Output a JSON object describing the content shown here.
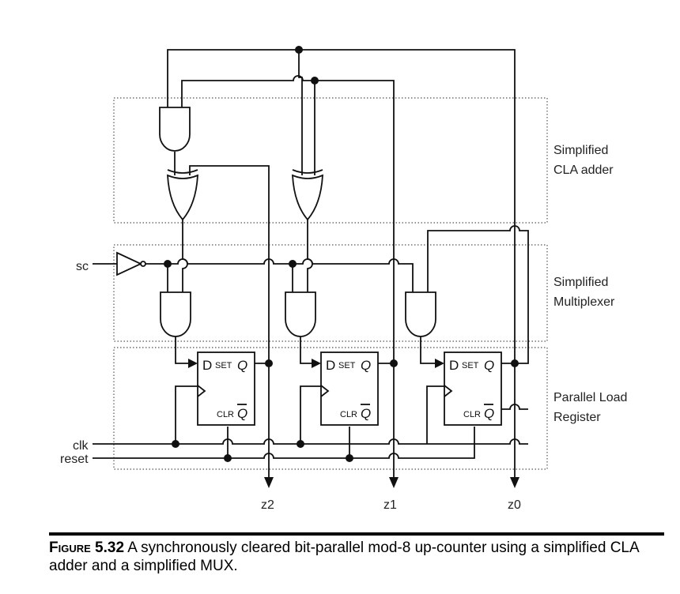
{
  "labels": {
    "blocks": {
      "adder_line1": "Simplified",
      "adder_line2": "CLA adder",
      "mux_line1": "Simplified",
      "mux_line2": "Multiplexer",
      "reg_line1": "Parallel Load",
      "reg_line2": "Register"
    },
    "inputs": {
      "sc": "sc",
      "clk": "clk",
      "reset": "reset"
    },
    "outputs": {
      "z2": "z2",
      "z1": "z1",
      "z0": "z0"
    },
    "flipflop": {
      "d": "D",
      "set": "SET",
      "q": "Q",
      "clr": "CLR",
      "qbar": "Q"
    }
  },
  "caption": {
    "figure_label": "Figure 5.32",
    "text": " A synchronously cleared bit-parallel mod-8 up-counter using a simplified CLA adder and a simplified MUX."
  }
}
